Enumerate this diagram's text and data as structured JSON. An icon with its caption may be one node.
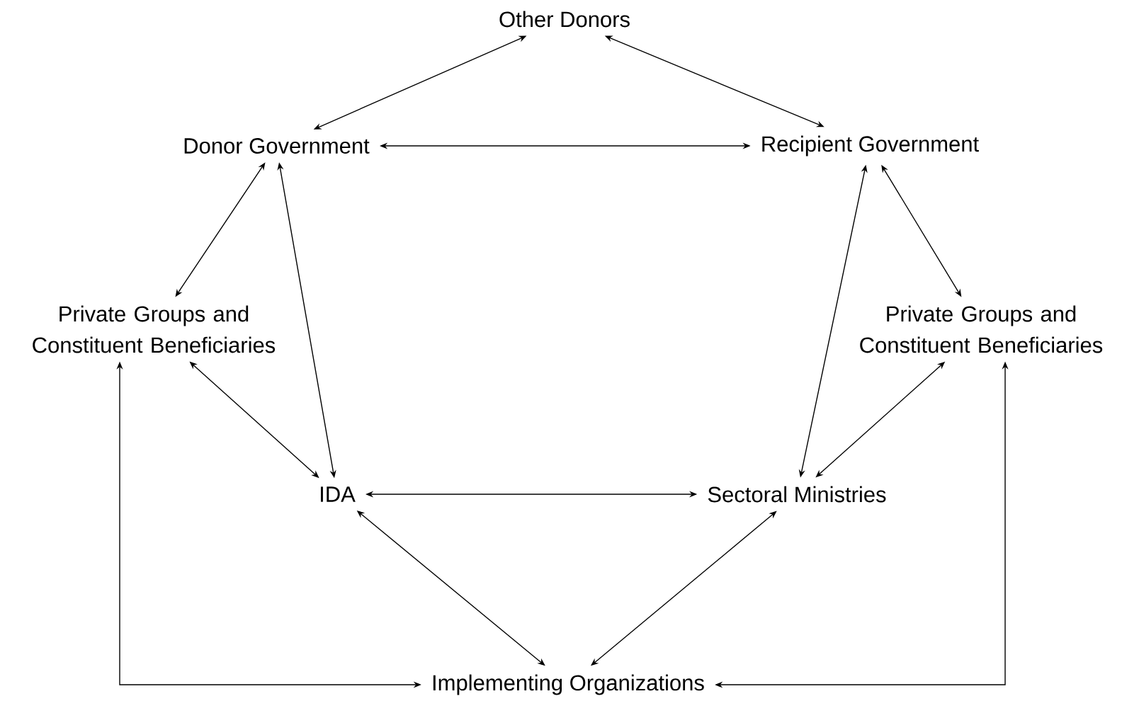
{
  "diagram": {
    "nodes": [
      {
        "text": [
          "Other Donors"
        ]
      },
      {
        "text": [
          "Donor Government"
        ]
      },
      {
        "text": [
          "Recipient Government"
        ]
      },
      {
        "text": [
          "Private Groups and Constituent Beneficiaries"
        ]
      },
      {
        "text": [
          "Private Groups and Constituent Beneficiaries"
        ]
      },
      {
        "text": [
          "IDA"
        ]
      },
      {
        "text": [
          "Sectoral Ministries"
        ]
      },
      {
        "text": [
          "Implementing Organizations"
        ]
      }
    ],
    "edges": [
      {
        "from": 0,
        "to": 1,
        "arrow": "both"
      },
      {
        "from": 0,
        "to": 2,
        "arrow": "both"
      },
      {
        "from": 1,
        "to": 2,
        "arrow": "both"
      },
      {
        "from": 1,
        "to": 3,
        "arrow": "both"
      },
      {
        "from": 1,
        "to": 5,
        "arrow": "both"
      },
      {
        "from": 2,
        "to": 6,
        "arrow": "both"
      },
      {
        "from": 2,
        "to": 4,
        "arrow": "both"
      },
      {
        "from": 3,
        "to": 5,
        "arrow": "both"
      },
      {
        "from": 4,
        "to": 6,
        "arrow": "both"
      },
      {
        "from": 5,
        "to": 6,
        "arrow": "both"
      },
      {
        "from": 5,
        "to": 7,
        "arrow": "both"
      },
      {
        "from": 6,
        "to": 7,
        "arrow": "both"
      },
      {
        "from": 3,
        "to": 7,
        "arrow": "both"
      },
      {
        "from": 4,
        "to": 7,
        "arrow": "both"
      }
    ]
  }
}
